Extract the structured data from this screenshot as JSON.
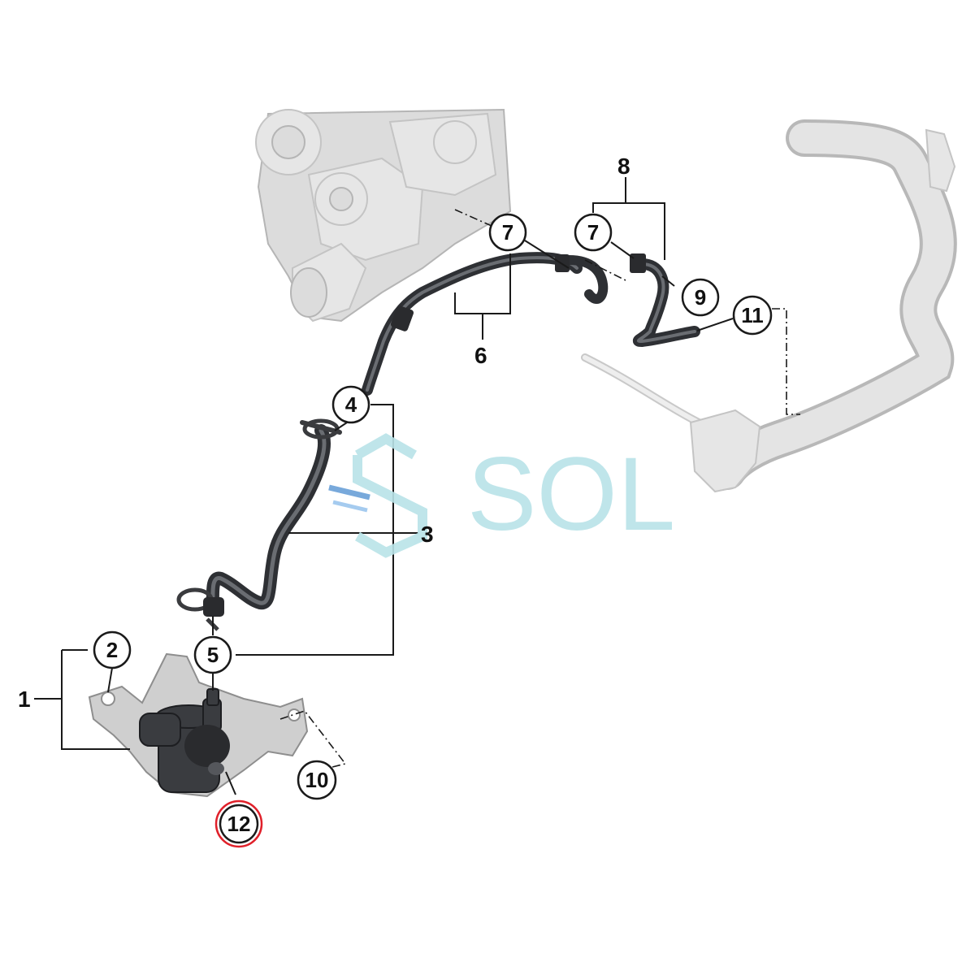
{
  "callouts": {
    "c1": "1",
    "c2": "2",
    "c3": "3",
    "c4": "4",
    "c5": "5",
    "c6": "6",
    "c7a": "7",
    "c7b": "7",
    "c8": "8",
    "c9": "9",
    "c10": "10",
    "c11": "11",
    "c12": "12"
  },
  "highlight": {
    "part": "12",
    "color": "#e0202a"
  },
  "watermark": {
    "text": "SOL",
    "color": "#b9e3e8",
    "accent": "#6aa0d8"
  }
}
